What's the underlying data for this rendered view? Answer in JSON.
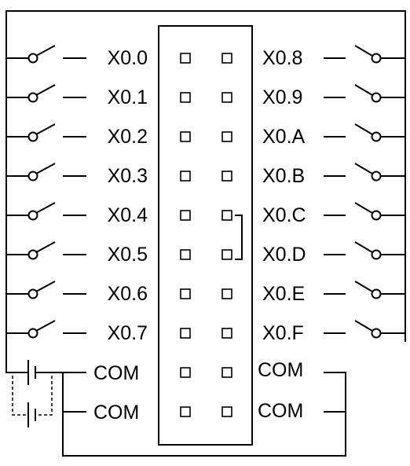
{
  "terminal_block": {
    "left_inputs": [
      "X0.0",
      "X0.1",
      "X0.2",
      "X0.3",
      "X0.4",
      "X0.5",
      "X0.6",
      "X0.7"
    ],
    "right_inputs": [
      "X0.8",
      "X0.9",
      "X0.A",
      "X0.B",
      "X0.C",
      "X0.D",
      "X0.E",
      "X0.F"
    ],
    "left_commons": [
      "COM",
      "COM"
    ],
    "right_commons": [
      "COM",
      "COM"
    ]
  },
  "colors": {
    "line": "#000000",
    "background": "#ffffff"
  }
}
